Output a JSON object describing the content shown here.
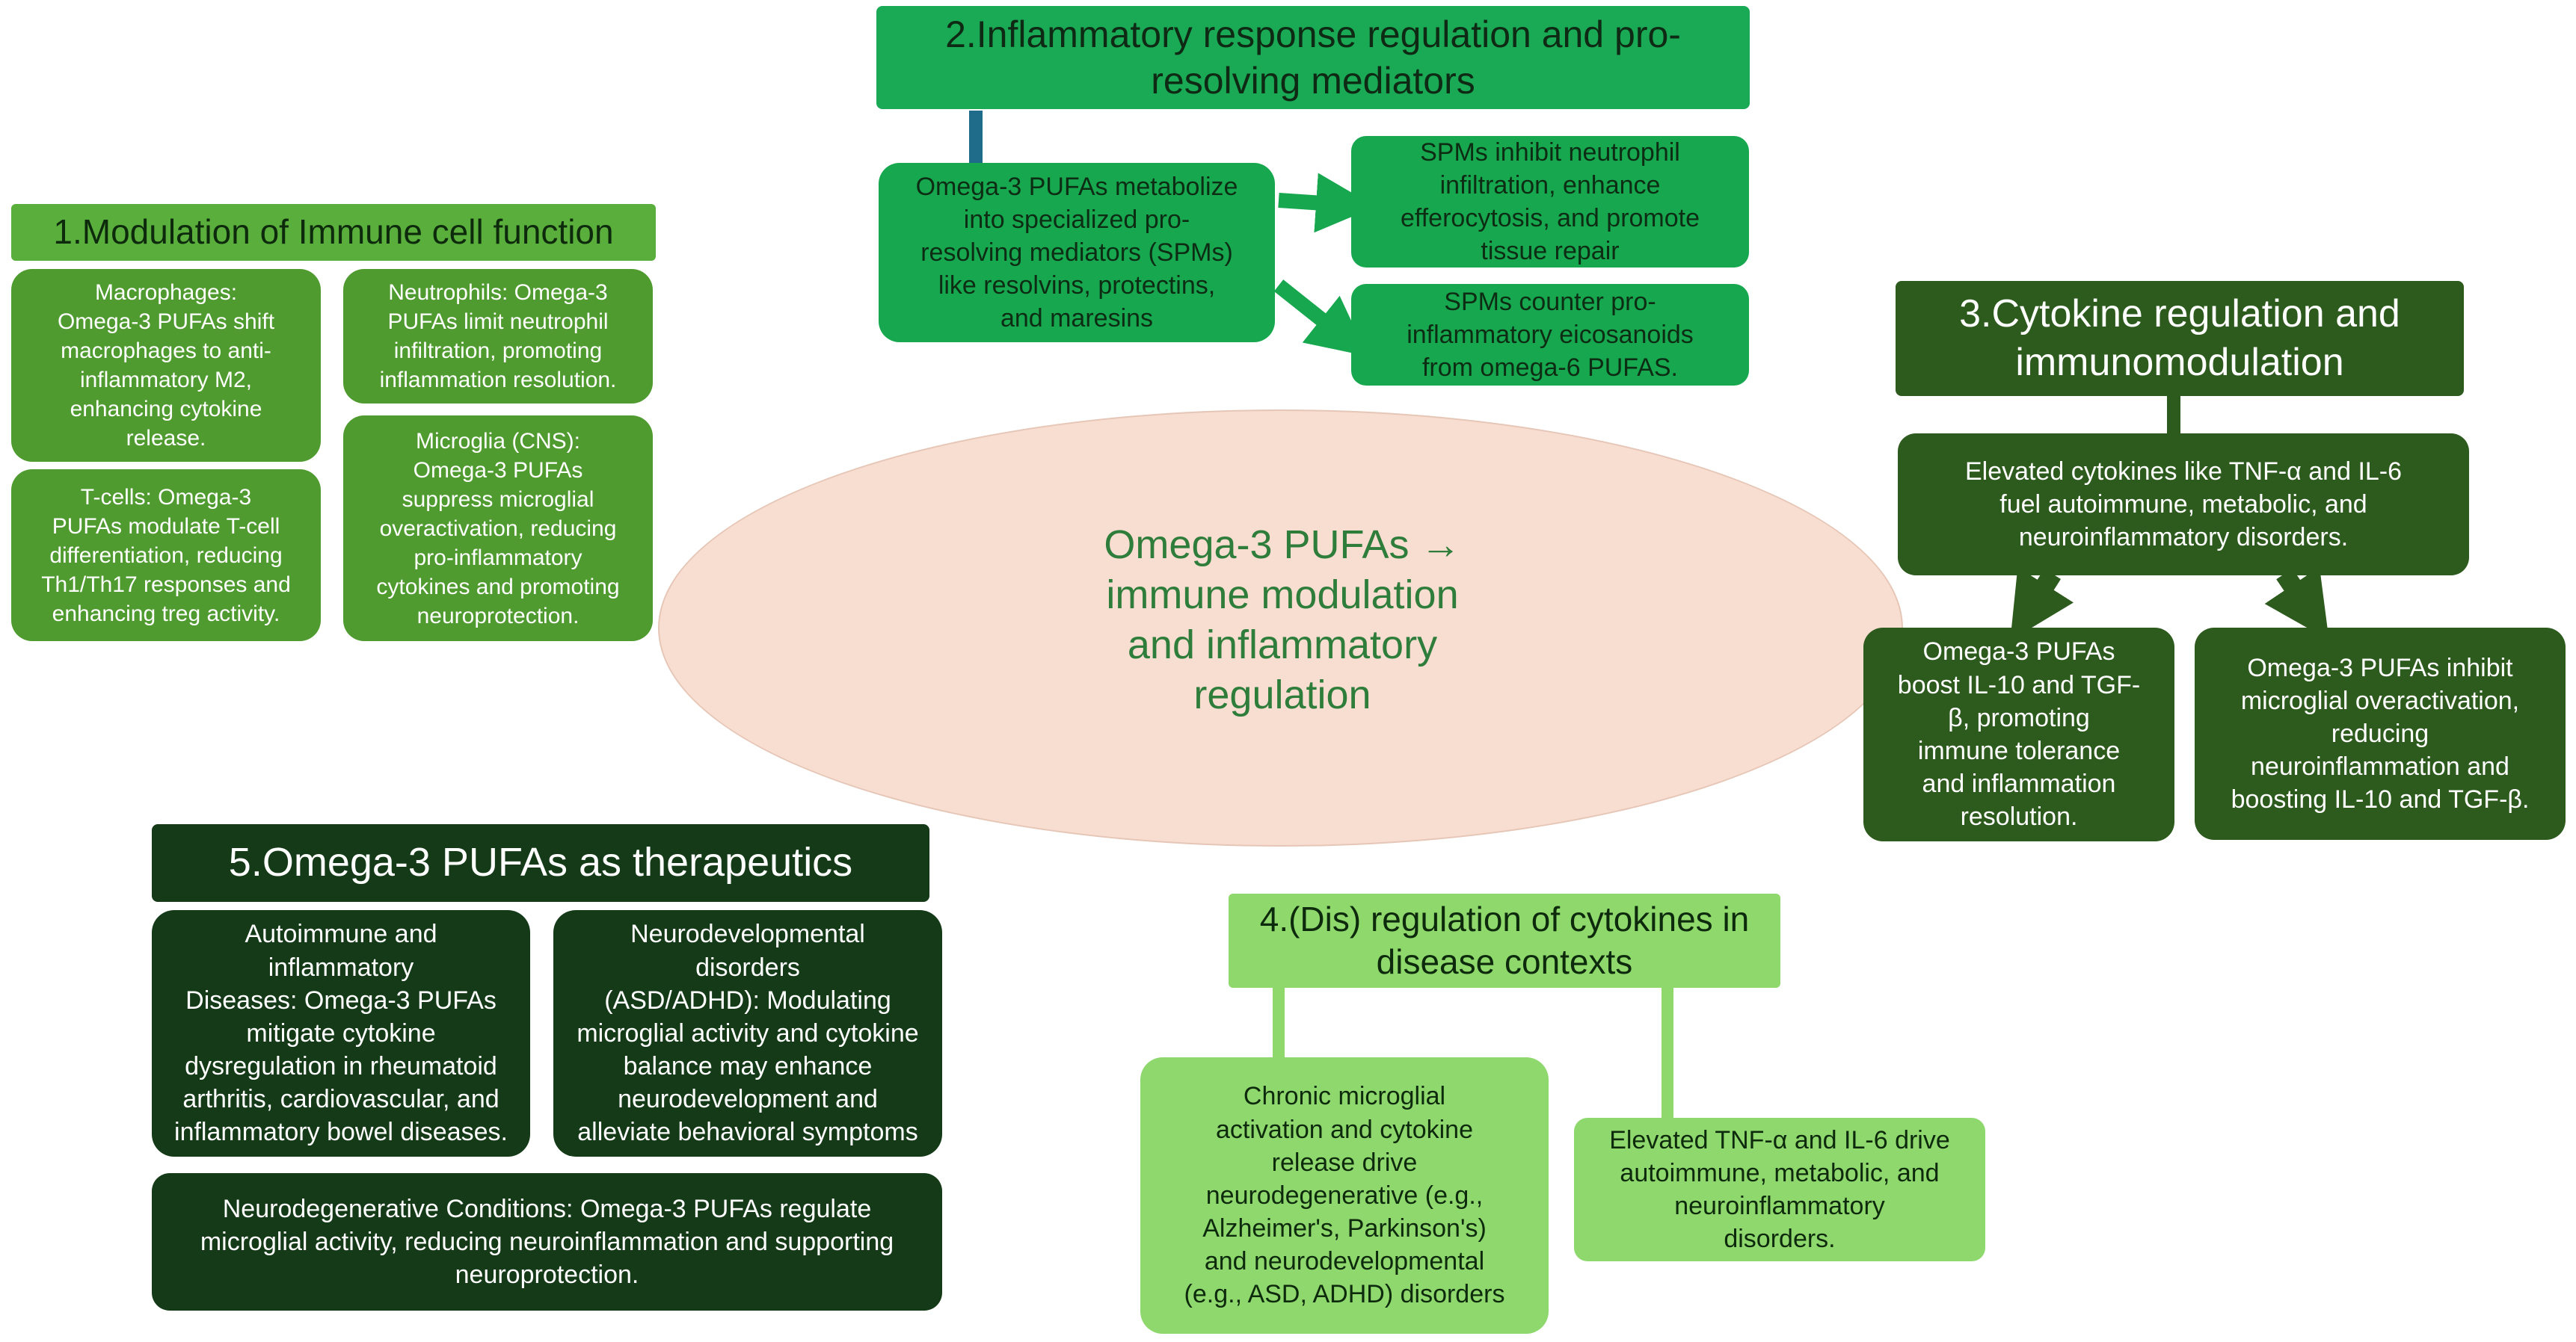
{
  "center": {
    "text": "Omega-3 PUFAs  →\nimmune modulation\nand inflammatory\nregulation"
  },
  "section1": {
    "title": "1.Modulation of Immune cell function",
    "boxes": [
      "Macrophages:\nOmega-3 PUFAs shift\nmacrophages to anti-\ninflammatory M2,\nenhancing cytokine\nrelease.",
      "Neutrophils: Omega-3\nPUFAs limit neutrophil\ninfiltration, promoting\ninflammation resolution.",
      "T-cells: Omega-3\nPUFAs modulate T-cell\ndifferentiation, reducing\nTh1/Th17 responses and\nenhancing treg activity.",
      "Microglia (CNS):\nOmega-3 PUFAs\nsuppress microglial\noveractivation, reducing\npro-inflammatory\ncytokines and promoting\nneuroprotection."
    ]
  },
  "section2": {
    "title": "2.Inflammatory response regulation and pro-\nresolving mediators",
    "source": "Omega-3 PUFAs metabolize\ninto specialized pro-\nresolving mediators (SPMs)\nlike resolvins, protectins,\nand maresins",
    "targets": [
      "SPMs inhibit neutrophil\ninfiltration, enhance\nefferocytosis, and promote\ntissue repair",
      "SPMs counter pro-\ninflammatory eicosanoids\nfrom omega-6 PUFAS."
    ]
  },
  "section3": {
    "title": "3.Cytokine regulation and\nimmunomodulation",
    "main": "Elevated cytokines like TNF-α and IL-6\nfuel autoimmune, metabolic, and\nneuroinflammatory disorders.",
    "subs": [
      "Omega-3 PUFAs\nboost IL-10 and TGF-\nβ, promoting\nimmune tolerance\nand inflammation\nresolution.",
      "Omega-3 PUFAs inhibit\nmicroglial overactivation,\nreducing\nneuroinflammation and\nboosting IL-10 and TGF-β."
    ]
  },
  "section4": {
    "title": "4.(Dis) regulation of cytokines in\ndisease contexts",
    "boxes": [
      "Chronic microglial\nactivation and cytokine\nrelease drive\nneurodegenerative (e.g.,\nAlzheimer's, Parkinson's)\nand neurodevelopmental\n(e.g., ASD, ADHD) disorders",
      "Elevated TNF-α and IL-6 drive\nautoimmune, metabolic, and\nneuroinflammatory\ndisorders."
    ]
  },
  "section5": {
    "title": "5.Omega-3 PUFAs as therapeutics",
    "boxes": [
      "Autoimmune and\ninflammatory\nDiseases: Omega-3 PUFAs\nmitigate cytokine\ndysregulation in rheumatoid\narthritis, cardiovascular, and\ninflammatory bowel diseases.",
      "Neurodevelopmental\ndisorders\n(ASD/ADHD): Modulating\nmicroglial activity and cytokine\nbalance may enhance\nneurodevelopment and\nalleviate behavioral symptoms",
      "Neurodegenerative Conditions: Omega-3 PUFAs regulate\nmicroglial activity, reducing neuroinflammation and supporting\nneuroprotection."
    ]
  },
  "colors": {
    "s1_title": "#5aaf3c",
    "s1_box": "#4f9b2f",
    "s2_title": "#1aaa55",
    "s2_box": "#17a84f",
    "s2_connector": "#1f6b8a",
    "s3": "#2d5a1d",
    "s4_title": "#8ed86c",
    "s4_box": "#8fd86e",
    "s5": "#153a18",
    "ellipse_fill": "#f8ddd1",
    "ellipse_text": "#2e7d3a"
  }
}
